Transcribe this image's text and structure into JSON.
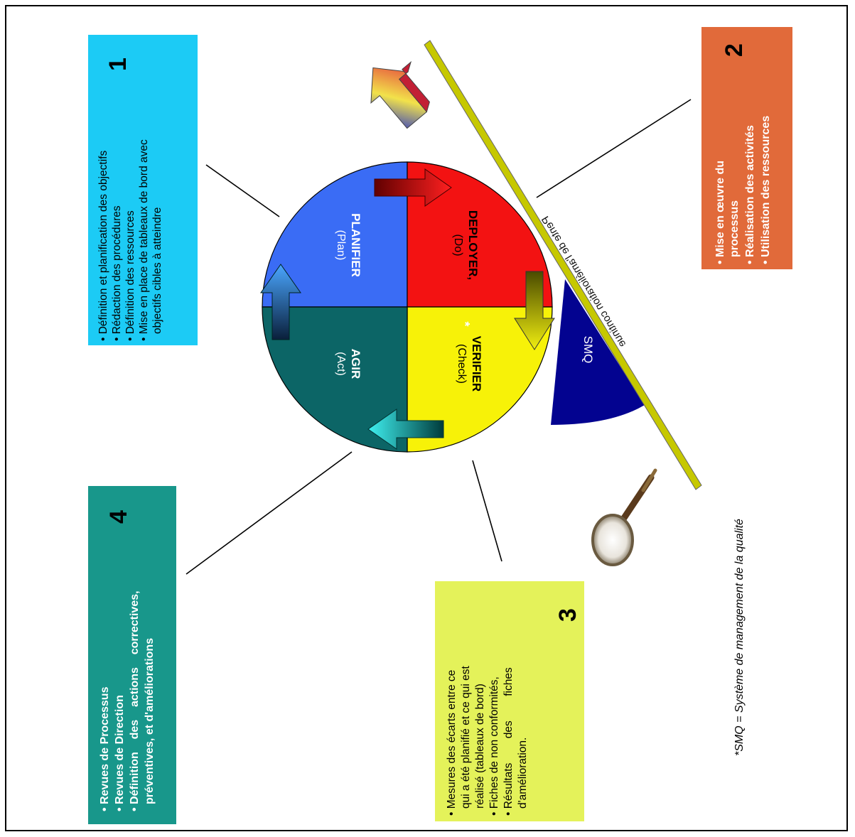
{
  "box1": {
    "number": "1",
    "lines": [
      "• Définition et planification des objectifs",
      "• Rédaction des procédures",
      "• Définition des ressources",
      "• Mise en place de tableaux de bord avec",
      "objectifs cibles à atteindre"
    ],
    "color": "#1ccbf5"
  },
  "box2": {
    "number": "2",
    "lines": [
      "• Mise en œuvre du",
      "processus",
      "• Réalisation des activités",
      "• Utilisation des ressources"
    ],
    "color": "#e16a3a"
  },
  "box3": {
    "number": "3",
    "lines": [
      "• Mesures des écarts entre ce",
      "qui a été planifié et ce qui est",
      "réalisé (tableaux de bord)",
      "• Fiches de non conformités,",
      "• Résultats        des        fiches",
      "d'amélioration."
    ],
    "color": "#e4f25a"
  },
  "box4": {
    "number": "4",
    "lines": [
      "• Revues de Processus",
      "• Revues de Direction",
      "• Définition    des    actions    correctives,",
      "préventives, et d'améliorations"
    ],
    "color": "#18978b"
  },
  "wheel": {
    "plan": {
      "label": "PLANIFIER",
      "sub": "(Plan)",
      "color": "#3a6cf5"
    },
    "do": {
      "label": "DEPLOYER,",
      "sub": "(Do)",
      "color": "#f31212"
    },
    "check": {
      "label": "VERIFIER",
      "star": "*",
      "sub": "(Check)",
      "color": "#f7f208"
    },
    "act": {
      "label": "AGIR",
      "sub": "(Act)",
      "color": "#0c6566"
    }
  },
  "smq": {
    "label": "SMQ",
    "color": "#030390"
  },
  "slope": {
    "label": "Pente de l'amélioration continue",
    "color": "#c6c800"
  },
  "footnote": "*SMQ = Système de management de la qualité",
  "icons": [
    "arrow-up-right-icon",
    "magnifying-glass-icon"
  ]
}
